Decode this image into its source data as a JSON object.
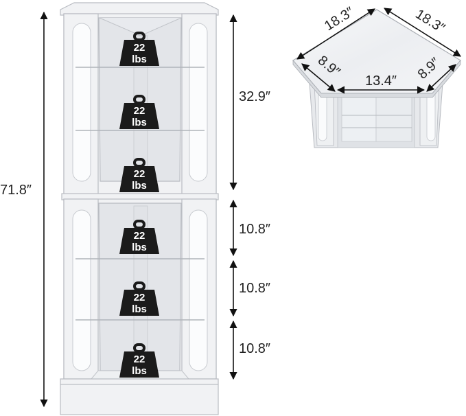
{
  "dimensions": {
    "height_total": "71.8″",
    "upper_section": "32.9″",
    "shelf_gap_1": "10.8″",
    "shelf_gap_2": "10.8″",
    "shelf_gap_3": "10.8″",
    "top_side_left": "18.3″",
    "top_side_right": "18.3″",
    "front_side_left": "8.9″",
    "front_center": "13.4″",
    "front_side_right": "8.9″"
  },
  "weight_badges": [
    {
      "value": "22",
      "unit": "lbs"
    },
    {
      "value": "22",
      "unit": "lbs"
    },
    {
      "value": "22",
      "unit": "lbs"
    },
    {
      "value": "22",
      "unit": "lbs"
    },
    {
      "value": "22",
      "unit": "lbs"
    },
    {
      "value": "22",
      "unit": "lbs"
    }
  ],
  "colors": {
    "cabinet": "#f1f2f4",
    "badge": "#1b1b1b",
    "arrow": "#111111"
  }
}
